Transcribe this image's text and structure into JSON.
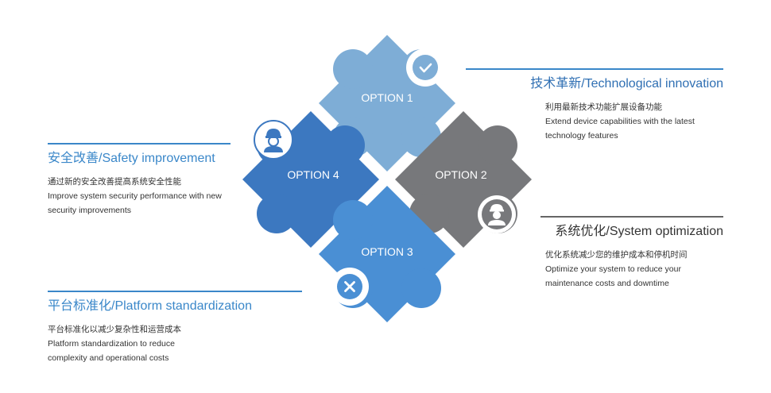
{
  "colors": {
    "option1": "#7eadd6",
    "option2": "#77787b",
    "option3": "#4a8fd4",
    "option4": "#3c78c0",
    "accent_blue": "#3a87c9",
    "rule_gray": "#666666"
  },
  "options": [
    {
      "label": "OPTION 1",
      "icon": "check-icon"
    },
    {
      "label": "OPTION 2",
      "icon": "worker-icon"
    },
    {
      "label": "OPTION 3",
      "icon": "close-icon"
    },
    {
      "label": "OPTION 4",
      "icon": "engineer-icon"
    }
  ],
  "sections": {
    "tech": {
      "title": "技术革新/Technological innovation",
      "desc_cn": "利用最新技术功能扩展设备功能",
      "desc_en": "Extend device capabilities with the latest technology features"
    },
    "safety": {
      "title": "安全改善/Safety improvement",
      "desc_cn": "通过新的安全改善提高系统安全性能",
      "desc_en": "Improve system security performance with new security improvements"
    },
    "sys": {
      "title": "系统优化/System optimization",
      "desc_cn": "优化系统减少您的维护成本和停机时间",
      "desc_en": "Optimize your system to reduce your maintenance costs and downtime"
    },
    "plat": {
      "title": "平台标准化/Platform standardization",
      "desc_cn": "平台标准化以减少复杂性和运营成本",
      "desc_en": "Platform standardization to reduce complexity and operational costs"
    }
  }
}
